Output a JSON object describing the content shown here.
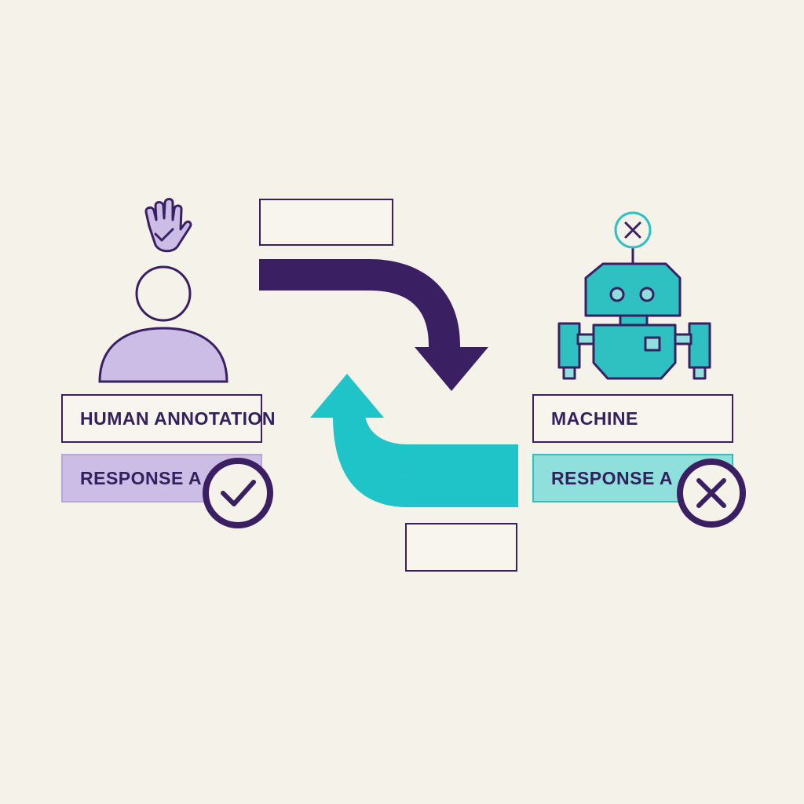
{
  "human": {
    "label": "HUMAN ANNOTATION",
    "response": "RESPONSE A",
    "verdict": "check"
  },
  "machine": {
    "label": "MACHINE",
    "response": "RESPONSE A",
    "verdict": "cross"
  },
  "colors": {
    "background": "#f4f2e9",
    "dark_purple": "#3a1f63",
    "lavender": "#cbbde6",
    "teal": "#2fc1c1",
    "teal_light": "#8fe0dd",
    "cyan_arrow": "#1fc4c8"
  },
  "icons": [
    "hand-check-icon",
    "person-icon",
    "robot-icon",
    "x-circle-icon",
    "check-circle-icon",
    "cross-circle-icon"
  ]
}
